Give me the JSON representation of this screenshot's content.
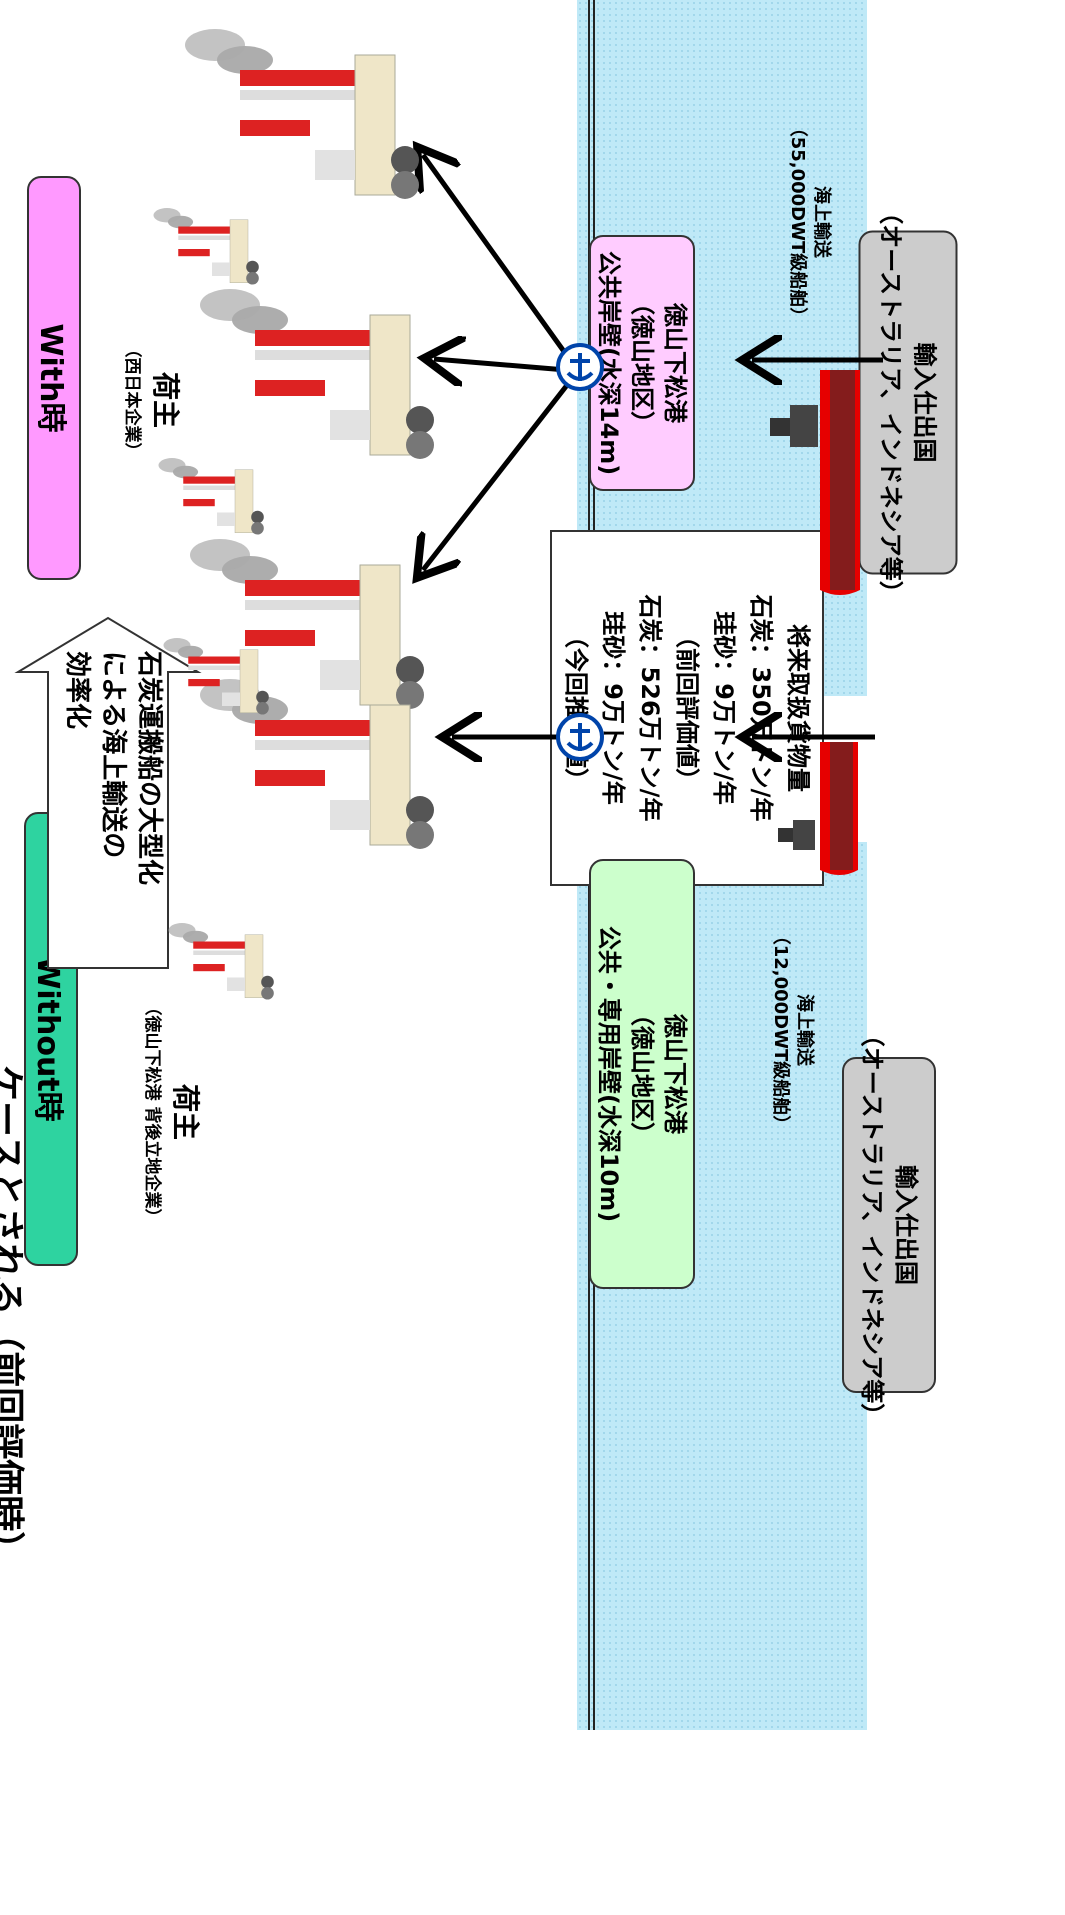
{
  "title": "前回評価時）",
  "title_prefix": "ケースとされる（",
  "without": {
    "label": "Without時",
    "shipper_title": "荷主",
    "shipper_sub": "（徳山下松港  背後立地企業）",
    "port": [
      "徳山下松港",
      "（徳山地区）",
      "公共・専用岸壁(水深10m)"
    ],
    "shipping": [
      "海上輸送",
      "（12,000DWT級船舶）"
    ],
    "origin": [
      "輸入仕出国",
      "（オーストラリア、インドネシア等）"
    ]
  },
  "with": {
    "label": "With時",
    "shipper_title": "荷主",
    "shipper_sub": "（西日本企業）",
    "port": [
      "徳山下松港",
      "（徳山地区）",
      "公共岸壁(水深14m)"
    ],
    "shipping": [
      "海上輸送",
      "（55,000DWT級船舶）"
    ],
    "origin": [
      "輸入仕出国",
      "（オーストラリア、インドネシア等）"
    ]
  },
  "improvement_arrow": [
    "石炭運搬船の大型化",
    "による海上輸送の",
    "効率化"
  ],
  "cargo_box": [
    "将来取扱貨物量",
    "石炭：350万トン/年",
    "珪砂：9万トン/年",
    "（前回評価値）",
    "石炭：526万トン/年",
    "珪砂：9万トン/年",
    "（今回推計値）"
  ],
  "colors": {
    "without_label": "#2ed3a0",
    "with_label": "#ff99ff",
    "without_port": "#ccffcc",
    "with_port": "#ffccff",
    "origin": "#cccccc",
    "sea": "#bfe9f7",
    "arrow": "#000000",
    "ship_hull": "#e60000"
  },
  "icons": [
    "factory-icon",
    "anchor-icon",
    "ship-icon",
    "arrow-icon"
  ]
}
